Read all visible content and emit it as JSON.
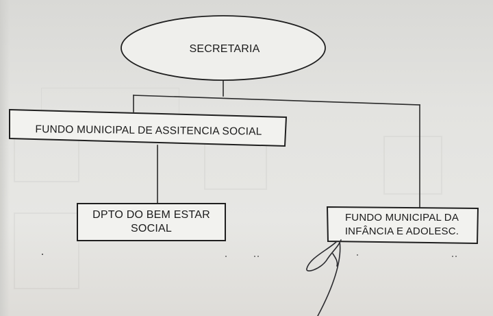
{
  "diagram": {
    "nodes": {
      "secretaria": {
        "label": "SECRETARIA"
      },
      "fundo_assistencia": {
        "label": "FUNDO MUNICIPAL DE ASSITENCIA SOCIAL"
      },
      "dpto_bem_estar": {
        "label": "DPTO DO BEM ESTAR\nSOCIAL"
      },
      "fundo_infancia": {
        "label": "FUNDO MUNICIPAL DA\nINFÂNCIA E ADOLESC."
      }
    },
    "edges": [
      {
        "from": "secretaria",
        "to": "fundo_assistencia"
      },
      {
        "from": "secretaria",
        "to": "fundo_infancia"
      },
      {
        "from": "fundo_assistencia",
        "to": "dpto_bem_estar"
      }
    ],
    "colors": {
      "paper": "#e4e4e1",
      "ink": "#1b1b1b",
      "box_fill": "#f2f2ef"
    }
  }
}
